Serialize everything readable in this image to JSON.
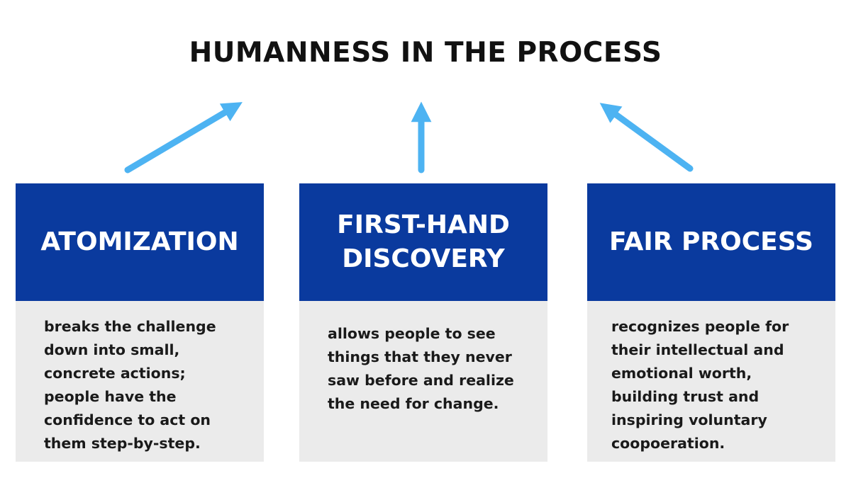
{
  "title": "HUMANNESS IN THE PROCESS",
  "colors": {
    "box": "#0a3a9e",
    "arrow": "#4db3f2",
    "panel": "#ebebeb",
    "text": "#1a1a1a"
  },
  "cards": [
    {
      "heading": [
        "ATOMIZATION"
      ],
      "lines": [
        "breaks the challenge",
        "down into small,",
        "concrete actions;",
        "people have the",
        "confidence to act on",
        "them step-by-step."
      ]
    },
    {
      "heading": [
        "FIRST-HAND",
        "DISCOVERY"
      ],
      "lines": [
        "allows people to see",
        "things that they never",
        "saw before and realize",
        "the need for change."
      ]
    },
    {
      "heading": [
        "FAIR PROCESS"
      ],
      "lines": [
        "recognizes people for",
        "their intellectual and",
        "emotional worth,",
        "building trust and",
        "inspiring voluntary",
        "coopoeration."
      ]
    }
  ]
}
